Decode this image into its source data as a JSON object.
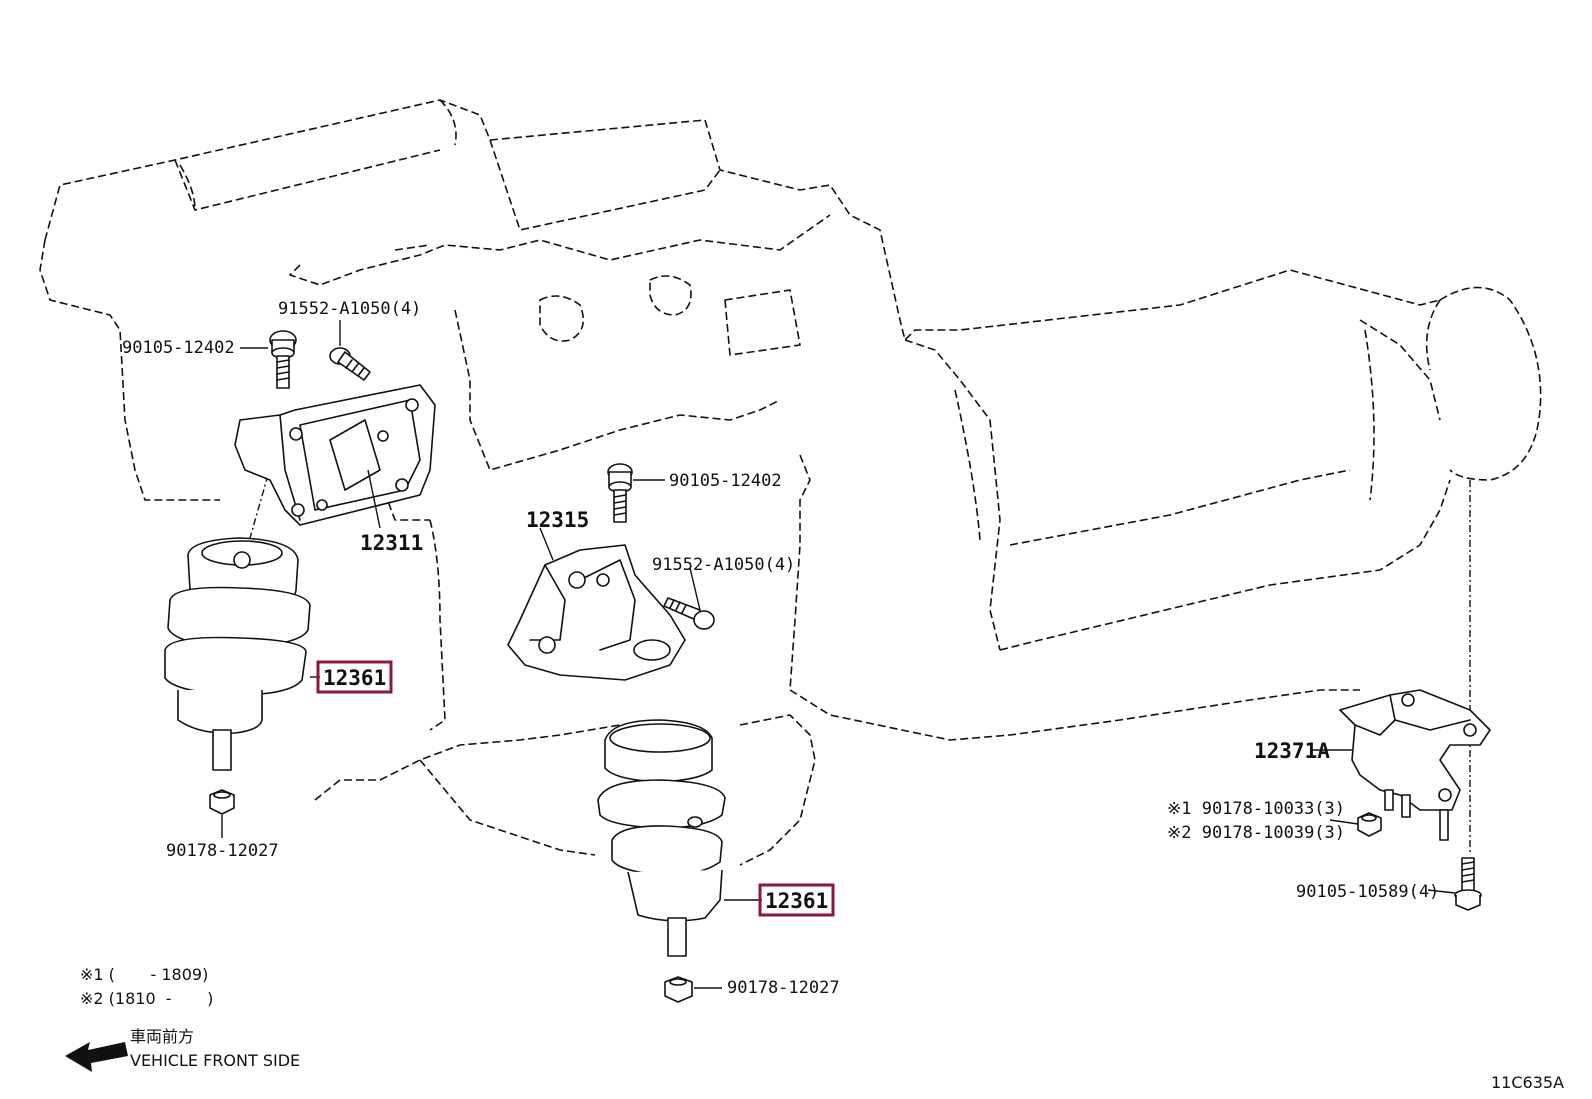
{
  "labels": {
    "bolt_91552_top": "91552-A1050(4)",
    "bolt_90105_top_left": "90105-12402",
    "bracket_12311": "12311",
    "bracket_12315": "12315",
    "bolt_90105_mid": "90105-12402",
    "bolt_91552_mid": "91552-A1050(4)",
    "mount_12361_left": "12361",
    "mount_12361_center": "12361",
    "nut_90178_left": "90178-12027",
    "nut_90178_center": "90178-12027",
    "bracket_12371a": "12371A",
    "nut_90178_10033": "※1 90178-10033(3)",
    "nut_90178_10039": "※2 90178-10039(3)",
    "bolt_90105_10589": "90105-10589(4)"
  },
  "footnotes": {
    "note1": "※1 (       - 1809)",
    "note2": "※2 (1810  -       )"
  },
  "direction": {
    "japanese": "車両前方",
    "english": "VEHICLE FRONT SIDE"
  },
  "diagram_code": "11C635A",
  "colors": {
    "highlight_box": "#8b1a3a",
    "line": "#111111"
  }
}
